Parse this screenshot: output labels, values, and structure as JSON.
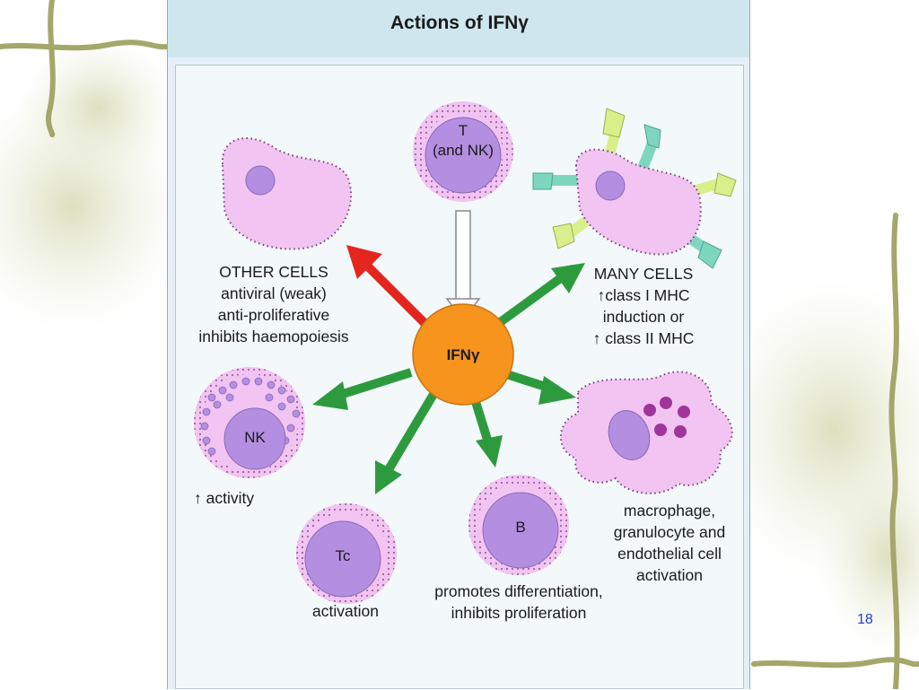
{
  "slide": {
    "page_number": "18"
  },
  "figure": {
    "title": "Actions of IFNγ",
    "center_label": "IFNγ",
    "cells": {
      "t_cell": "T\n(and NK)",
      "nk_cell": "NK",
      "tc_cell": "Tc",
      "b_cell": "B"
    },
    "captions": {
      "other_cells": [
        "OTHER CELLS",
        "antiviral (weak)",
        "anti-proliferative",
        "inhibits haemopoiesis"
      ],
      "many_cells": [
        "MANY CELLS",
        "↑class I MHC",
        "induction or",
        "↑ class II MHC"
      ],
      "nk": "↑ activity",
      "tc": "activation",
      "b": [
        "promotes differentiation,",
        "inhibits proliferation"
      ],
      "macrophage": [
        "macrophage,",
        "granulocyte and",
        "endothelial cell",
        "activation"
      ]
    },
    "colors": {
      "center": "#f7941d",
      "cell_membrane": "#f2c4f2",
      "nucleus": "#b48ee0",
      "arrow_green": "#2e9a3e",
      "arrow_red": "#e3261e",
      "receptor_yellow": "#d9ef8b",
      "receptor_teal": "#7fd6c0"
    }
  }
}
